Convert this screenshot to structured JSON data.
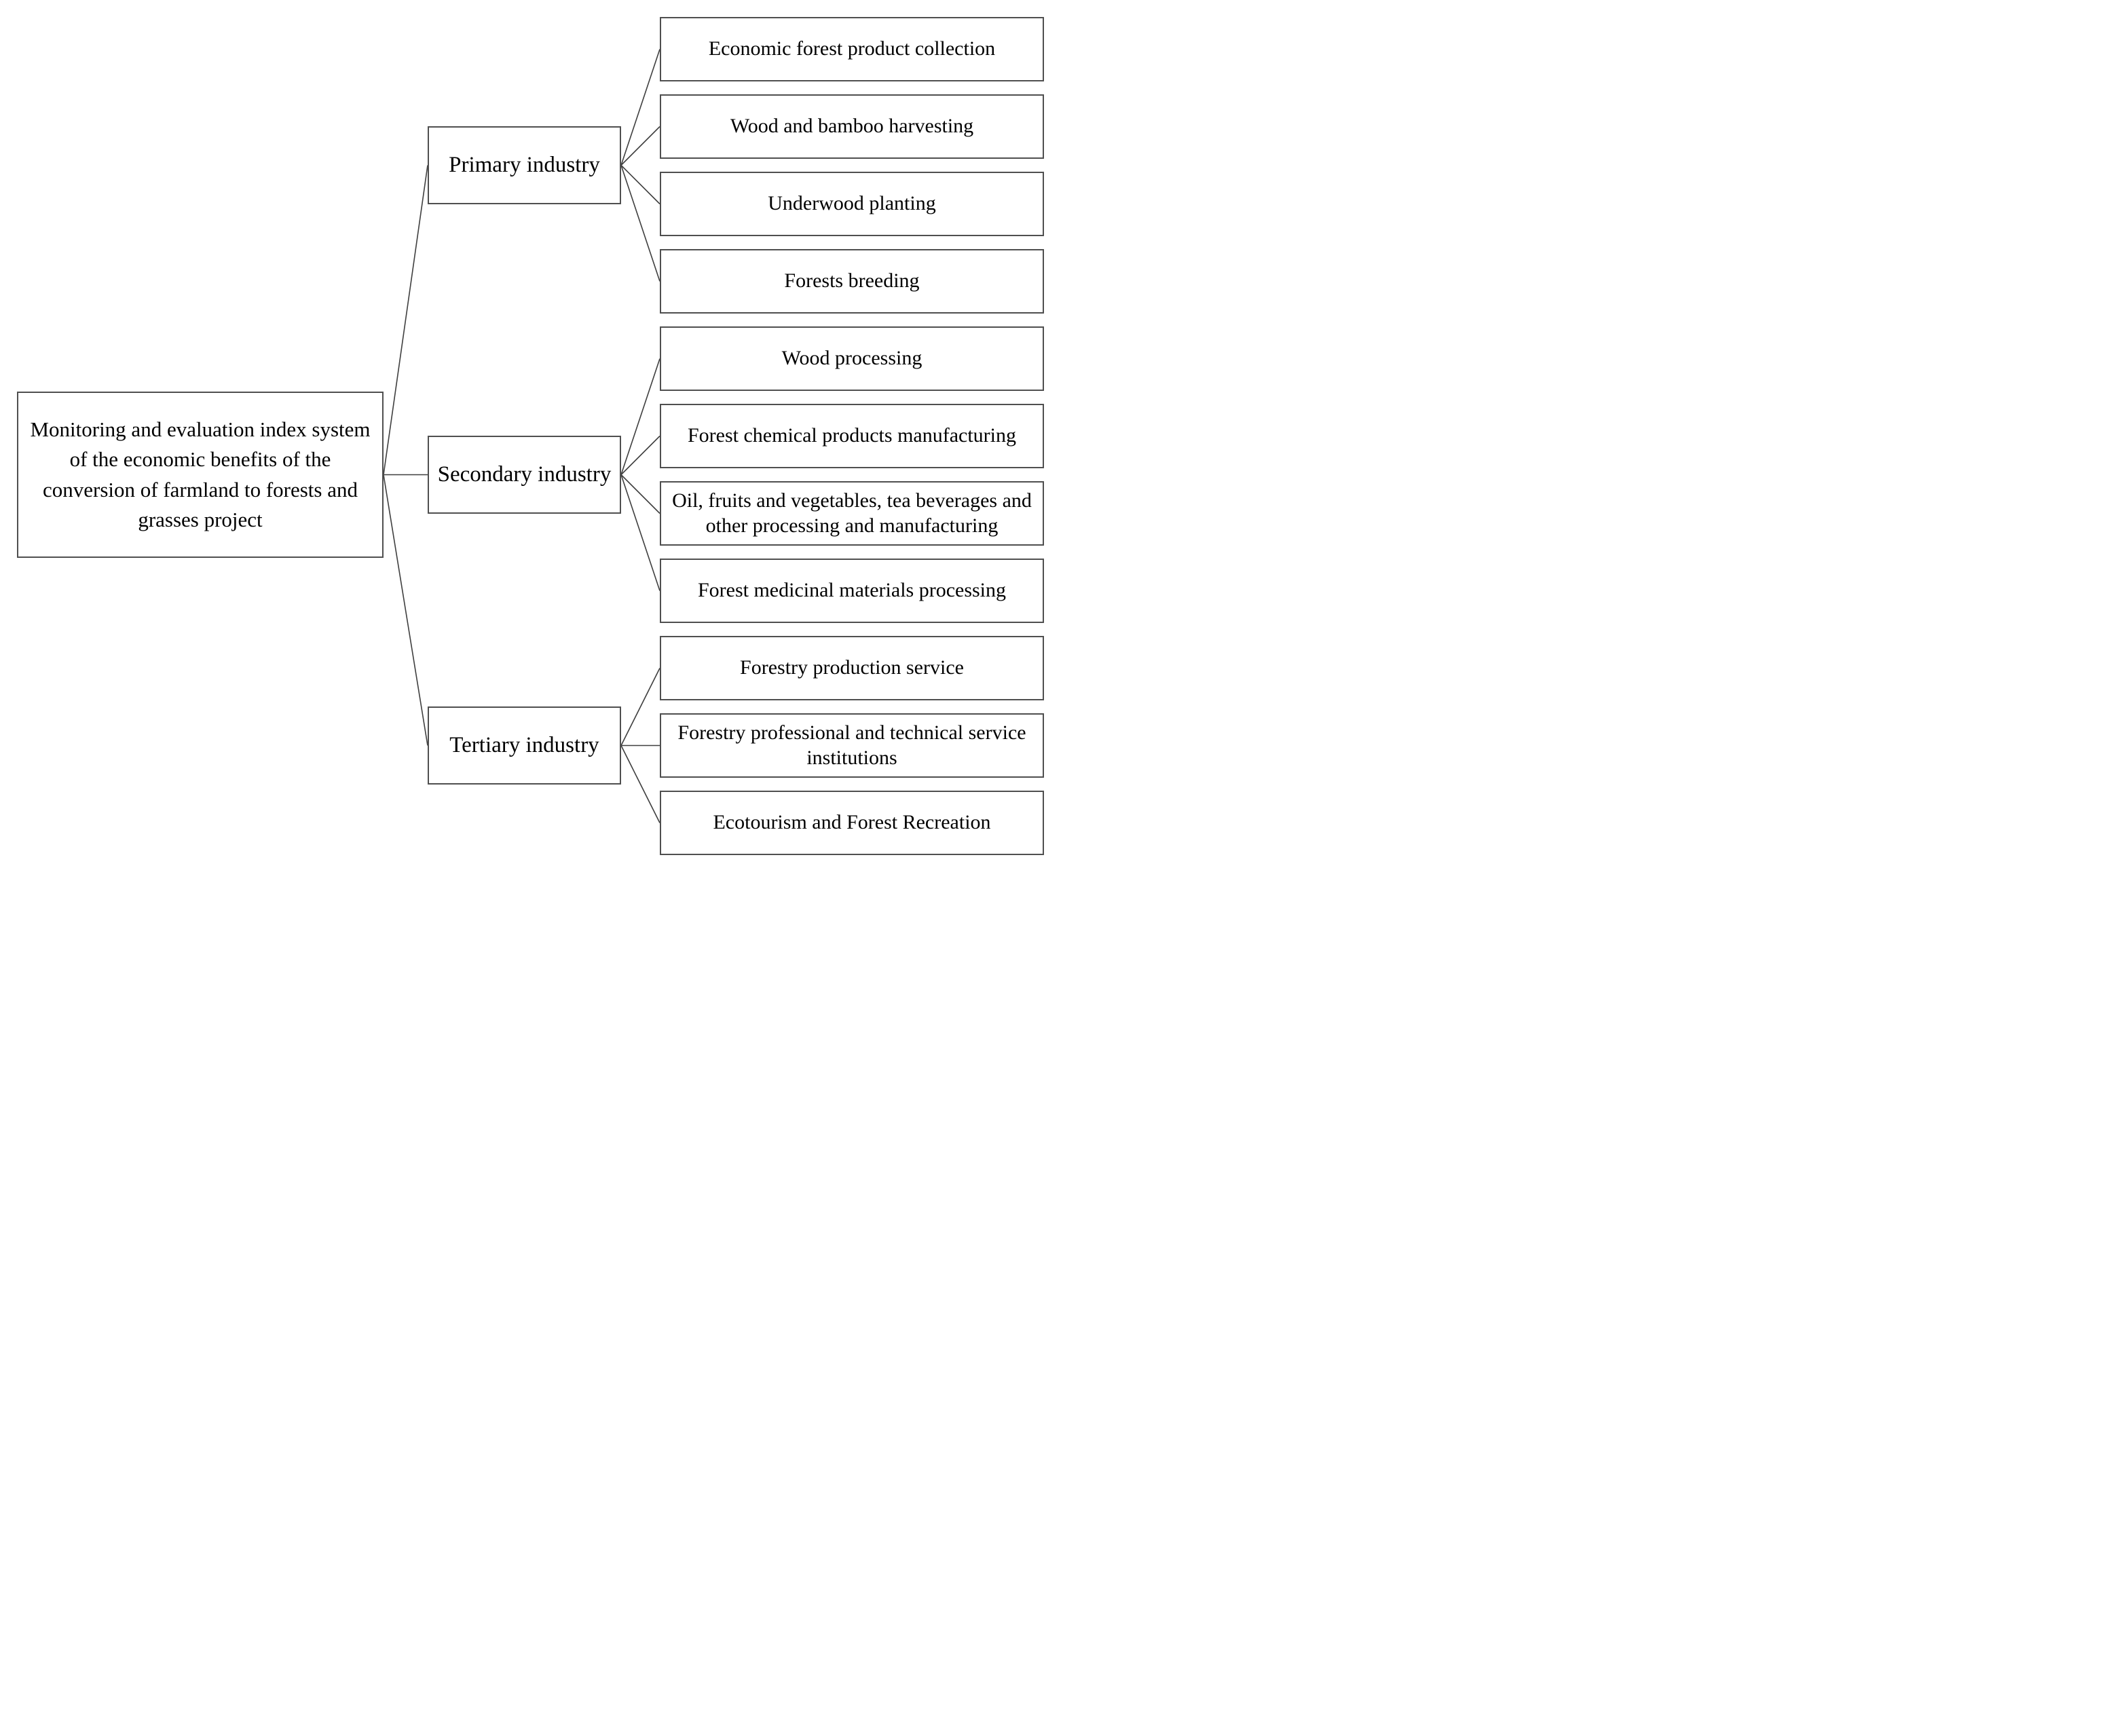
{
  "diagram": {
    "root": {
      "label": "Monitoring and evaluation index system of the economic benefits of the conversion of farmland to forests and grasses project"
    },
    "industries": [
      {
        "id": "primary",
        "label": "Primary industry",
        "children": [
          "Economic forest product collection",
          "Wood and bamboo harvesting",
          "Underwood planting",
          "Forests breeding"
        ]
      },
      {
        "id": "secondary",
        "label": "Secondary industry",
        "children": [
          "Wood processing",
          "Forest chemical products manufacturing",
          "Oil, fruits and vegetables, tea beverages and other processing and manufacturing",
          "Forest medicinal materials processing"
        ]
      },
      {
        "id": "tertiary",
        "label": "Tertiary industry",
        "children": [
          "Forestry production service",
          "Forestry professional and technical service institutions",
          "Ecotourism and Forest Recreation"
        ]
      }
    ],
    "colors": {
      "background": "#ffffff",
      "box_border": "#4f4f4f",
      "connector_line": "#3f3f3f",
      "text": "#000000"
    }
  }
}
